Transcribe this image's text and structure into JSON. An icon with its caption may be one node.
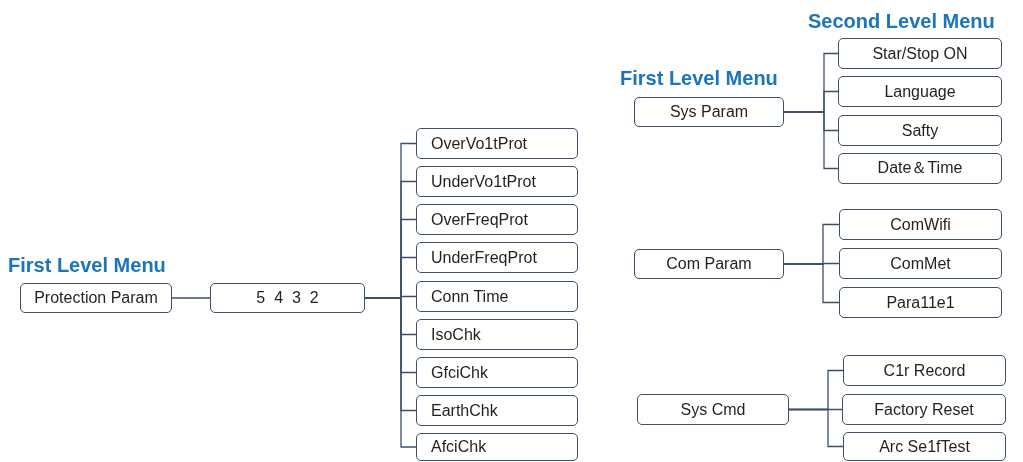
{
  "diagram": {
    "nodes": [
      {
        "text": [
          "Protection Param"
        ]
      },
      {
        "text": [
          "5  4  3  2"
        ]
      },
      {
        "text": [
          "OverVo1tProt"
        ]
      },
      {
        "text": [
          "UnderVo1tProt"
        ]
      },
      {
        "text": [
          "OverFreqProt"
        ]
      },
      {
        "text": [
          "UnderFreqProt"
        ]
      },
      {
        "text": [
          "Conn Time"
        ]
      },
      {
        "text": [
          "IsoChk"
        ]
      },
      {
        "text": [
          "GfciChk"
        ]
      },
      {
        "text": [
          "EarthChk"
        ]
      },
      {
        "text": [
          "AfciChk"
        ]
      },
      {
        "text": [
          "Sys Param"
        ]
      },
      {
        "text": [
          "Star/Stop ON"
        ]
      },
      {
        "text": [
          "Language"
        ]
      },
      {
        "text": [
          "Safty"
        ]
      },
      {
        "text": [
          "Date＆Time"
        ]
      },
      {
        "text": [
          "Com Param"
        ]
      },
      {
        "text": [
          "ComWifi"
        ]
      },
      {
        "text": [
          "ComMet"
        ]
      },
      {
        "text": [
          "Para11e1"
        ]
      },
      {
        "text": [
          "Sys Cmd"
        ]
      },
      {
        "text": [
          "C1r Record"
        ]
      },
      {
        "text": [
          "Factory Reset"
        ]
      },
      {
        "text": [
          "Arc Se1fTest"
        ]
      }
    ],
    "edges": [
      {
        "from": 0,
        "to": 1,
        "arrow": "none"
      },
      {
        "from": 1,
        "to": 2,
        "arrow": "none"
      },
      {
        "from": 1,
        "to": 3,
        "arrow": "none"
      },
      {
        "from": 1,
        "to": 4,
        "arrow": "none"
      },
      {
        "from": 1,
        "to": 5,
        "arrow": "none"
      },
      {
        "from": 1,
        "to": 6,
        "arrow": "none"
      },
      {
        "from": 1,
        "to": 7,
        "arrow": "none"
      },
      {
        "from": 1,
        "to": 8,
        "arrow": "none"
      },
      {
        "from": 1,
        "to": 9,
        "arrow": "none"
      },
      {
        "from": 1,
        "to": 10,
        "arrow": "none"
      },
      {
        "from": 11,
        "to": 12,
        "arrow": "none"
      },
      {
        "from": 11,
        "to": 13,
        "arrow": "none"
      },
      {
        "from": 11,
        "to": 14,
        "arrow": "none"
      },
      {
        "from": 11,
        "to": 15,
        "arrow": "none"
      },
      {
        "from": 16,
        "to": 17,
        "arrow": "none"
      },
      {
        "from": 16,
        "to": 18,
        "arrow": "none"
      },
      {
        "from": 16,
        "to": 19,
        "arrow": "none"
      },
      {
        "from": 20,
        "to": 21,
        "arrow": "none"
      },
      {
        "from": 20,
        "to": 22,
        "arrow": "none"
      },
      {
        "from": 20,
        "to": 23,
        "arrow": "none"
      }
    ],
    "labels": [
      "Second Level Menu",
      "First Level Menu",
      "First Level Menu"
    ]
  }
}
